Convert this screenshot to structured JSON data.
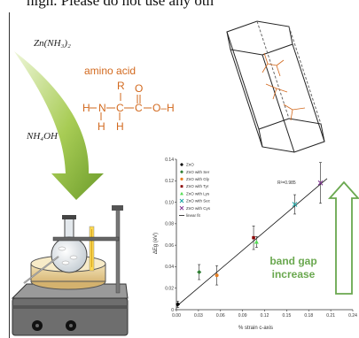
{
  "header_fragment": "high.  Please do not use any oth",
  "reaction": {
    "reagent_top": "Zn(NH₃)₂",
    "reagent_bottom": "NH₄OH",
    "amino_acid_label": "amino acid",
    "structure": {
      "R": "R",
      "H": "H",
      "N": "N",
      "C": "C",
      "O": "O",
      "OH": "O–H"
    }
  },
  "band_gap": {
    "line1": "band gap",
    "line2": "increase"
  },
  "chart_data": {
    "type": "scatter",
    "xlabel": "% strain c-axis",
    "ylabel": "ΔEg (eV)",
    "xlim": [
      0,
      0.24
    ],
    "ylim": [
      0,
      0.14
    ],
    "x_ticks": [
      "0.00",
      "0.03",
      "0.06",
      "0.09",
      "0.12",
      "0.15",
      "0.18",
      "0.21",
      "0.24"
    ],
    "y_ticks": [
      "0",
      "0.02",
      "0.04",
      "0.06",
      "0.08",
      "0.10",
      "0.12",
      "0.14"
    ],
    "annotation": "R²=0.985",
    "series": [
      {
        "name": "ZnO",
        "marker": "diamond",
        "color": "#000000",
        "x": 0.002,
        "y": 0.005,
        "err": 0.003
      },
      {
        "name": "ZnO with Ser",
        "marker": "diamond",
        "color": "#2e7d32",
        "x": 0.031,
        "y": 0.035,
        "err": 0.007
      },
      {
        "name": "ZnO with Gly",
        "marker": "circle",
        "color": "#e67e22",
        "x": 0.055,
        "y": 0.032,
        "err": 0.009
      },
      {
        "name": "ZnO with Tyr",
        "marker": "square",
        "color": "#8b0000",
        "x": 0.105,
        "y": 0.067,
        "err": 0.011
      },
      {
        "name": "ZnO with Lys",
        "marker": "triangle",
        "color": "#55dd55",
        "x": 0.109,
        "y": 0.063,
        "err": 0.005
      },
      {
        "name": "ZnO with Sec",
        "marker": "x",
        "color": "#1aa3a3",
        "x": 0.161,
        "y": 0.098,
        "err": 0.009
      },
      {
        "name": "ZnO with Cys",
        "marker": "x",
        "color": "#7b2d8e",
        "x": 0.196,
        "y": 0.118,
        "err": 0.019
      }
    ],
    "fit_line": {
      "name": "linear fit",
      "x0": 0.0,
      "y0": 0.003,
      "x1": 0.205,
      "y1": 0.122
    }
  }
}
